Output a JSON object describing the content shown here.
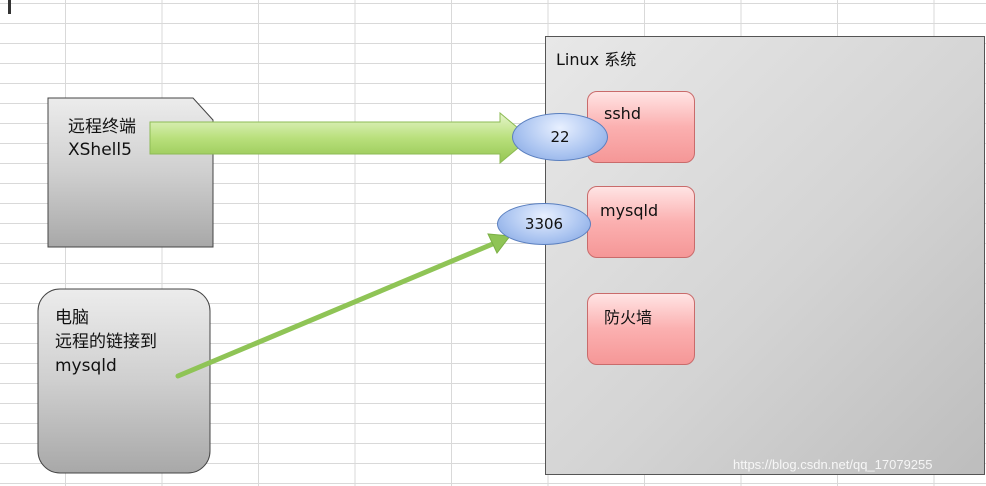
{
  "terminal": {
    "line1": "远程终端",
    "line2": "XShell5"
  },
  "computer": {
    "line1": "电脑",
    "line2": "远程的链接到",
    "line3": "mysqld"
  },
  "linux": {
    "title": "Linux 系统",
    "services": [
      {
        "label": "sshd"
      },
      {
        "label": "mysqld"
      },
      {
        "label": "防火墙"
      }
    ],
    "ports": [
      {
        "label": "22"
      },
      {
        "label": "3306"
      }
    ]
  },
  "watermark": "https://blog.csdn.net/qq_17079255",
  "colors": {
    "arrow": "#a8d46a",
    "service_box": "#f59797",
    "port": "#a9c3f0",
    "linux_bg": "#d4d4d4"
  }
}
